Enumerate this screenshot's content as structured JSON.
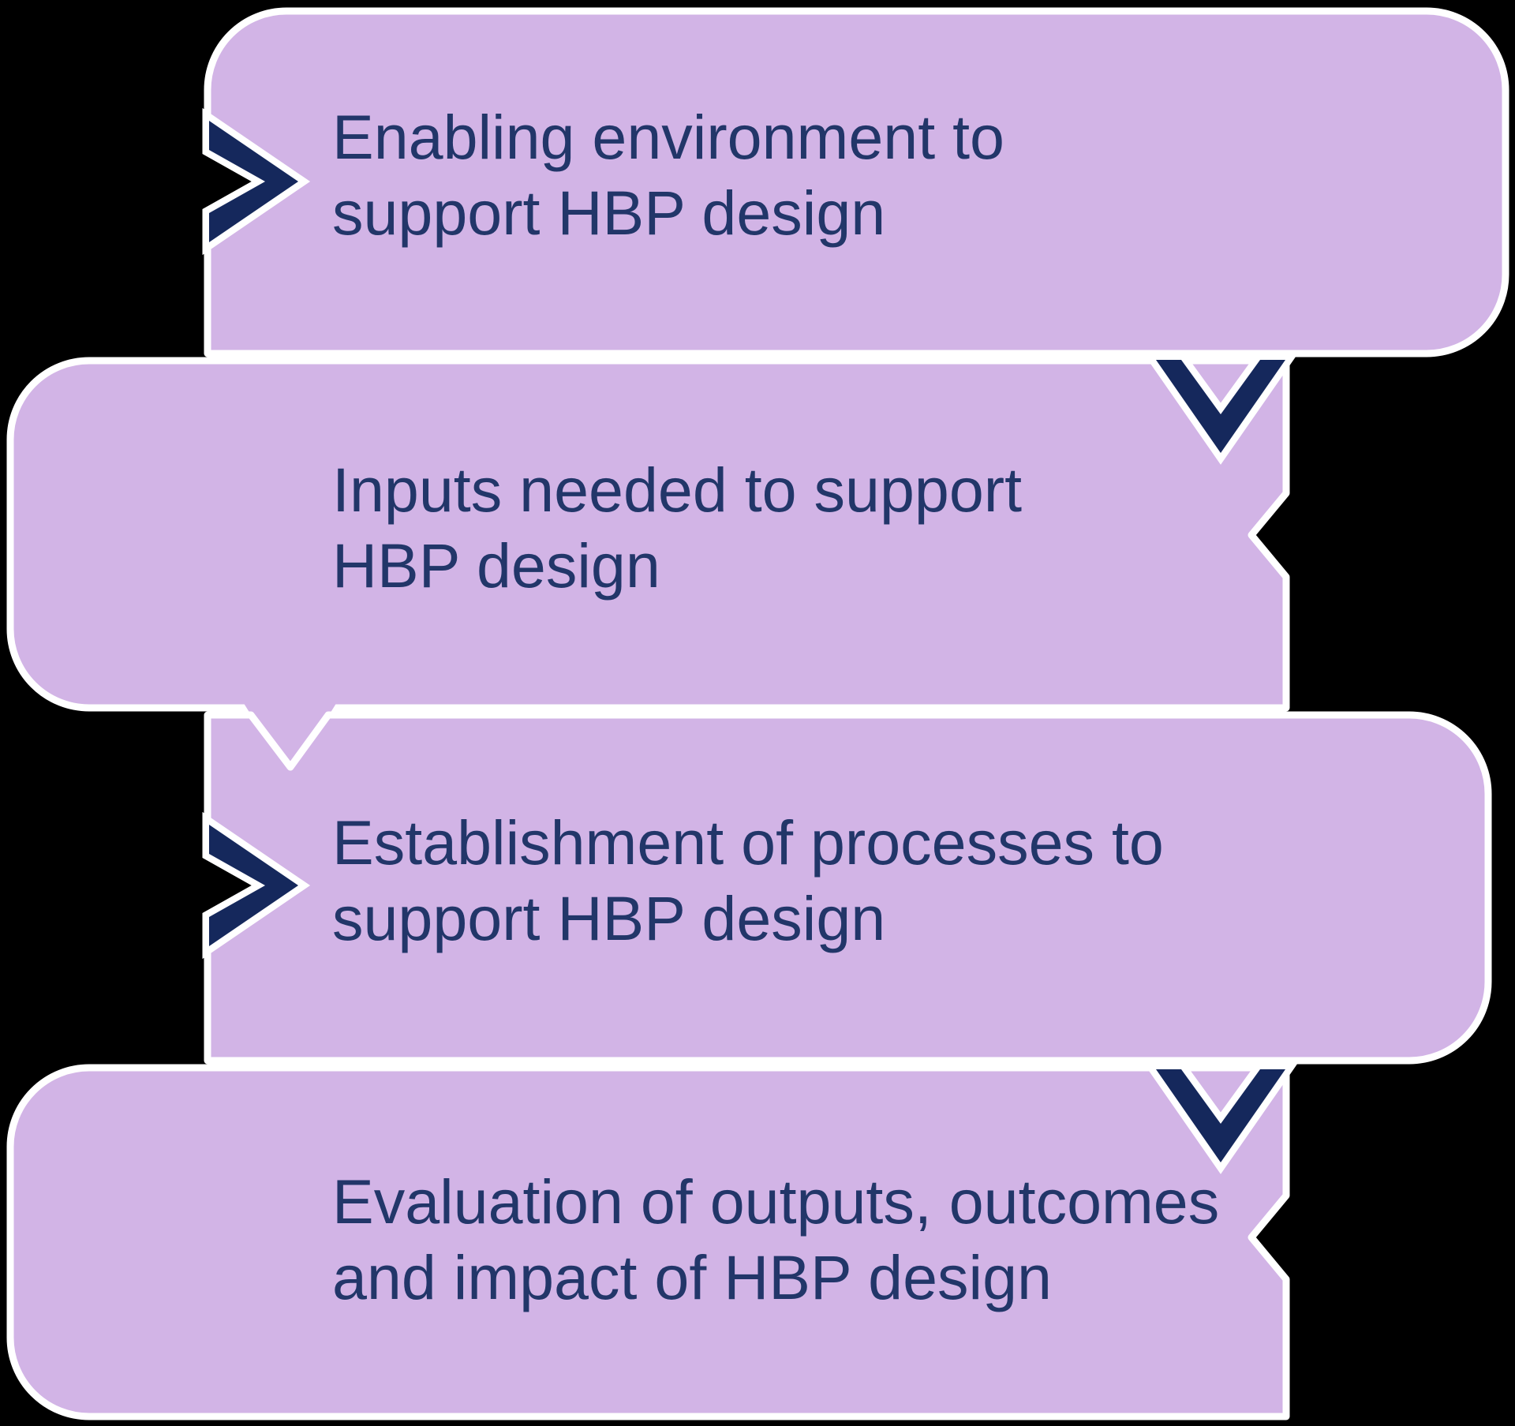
{
  "diagram": {
    "type": "vertical-process-flow",
    "colors": {
      "background": "#000000",
      "box_fill": "#D2B4E6",
      "box_outline": "#FFFFFF",
      "chevron": "#15285C",
      "text": "#223669"
    },
    "steps": [
      {
        "label": "Enabling environment to\nsupport HBP design",
        "marker": "chevron-right"
      },
      {
        "label": "Inputs needed to support\nHBP design",
        "marker": "none"
      },
      {
        "label": "Establishment of processes to\nsupport HBP design",
        "marker": "chevron-right"
      },
      {
        "label": "Evaluation of outputs, outcomes\nand impact of HBP design",
        "marker": "none"
      }
    ],
    "connectors": [
      {
        "from": 1,
        "to": 2,
        "marker": "chevron-down"
      },
      {
        "from": 2,
        "to": 3,
        "marker": "pointer-tail"
      },
      {
        "from": 3,
        "to": 4,
        "marker": "chevron-down"
      }
    ]
  }
}
